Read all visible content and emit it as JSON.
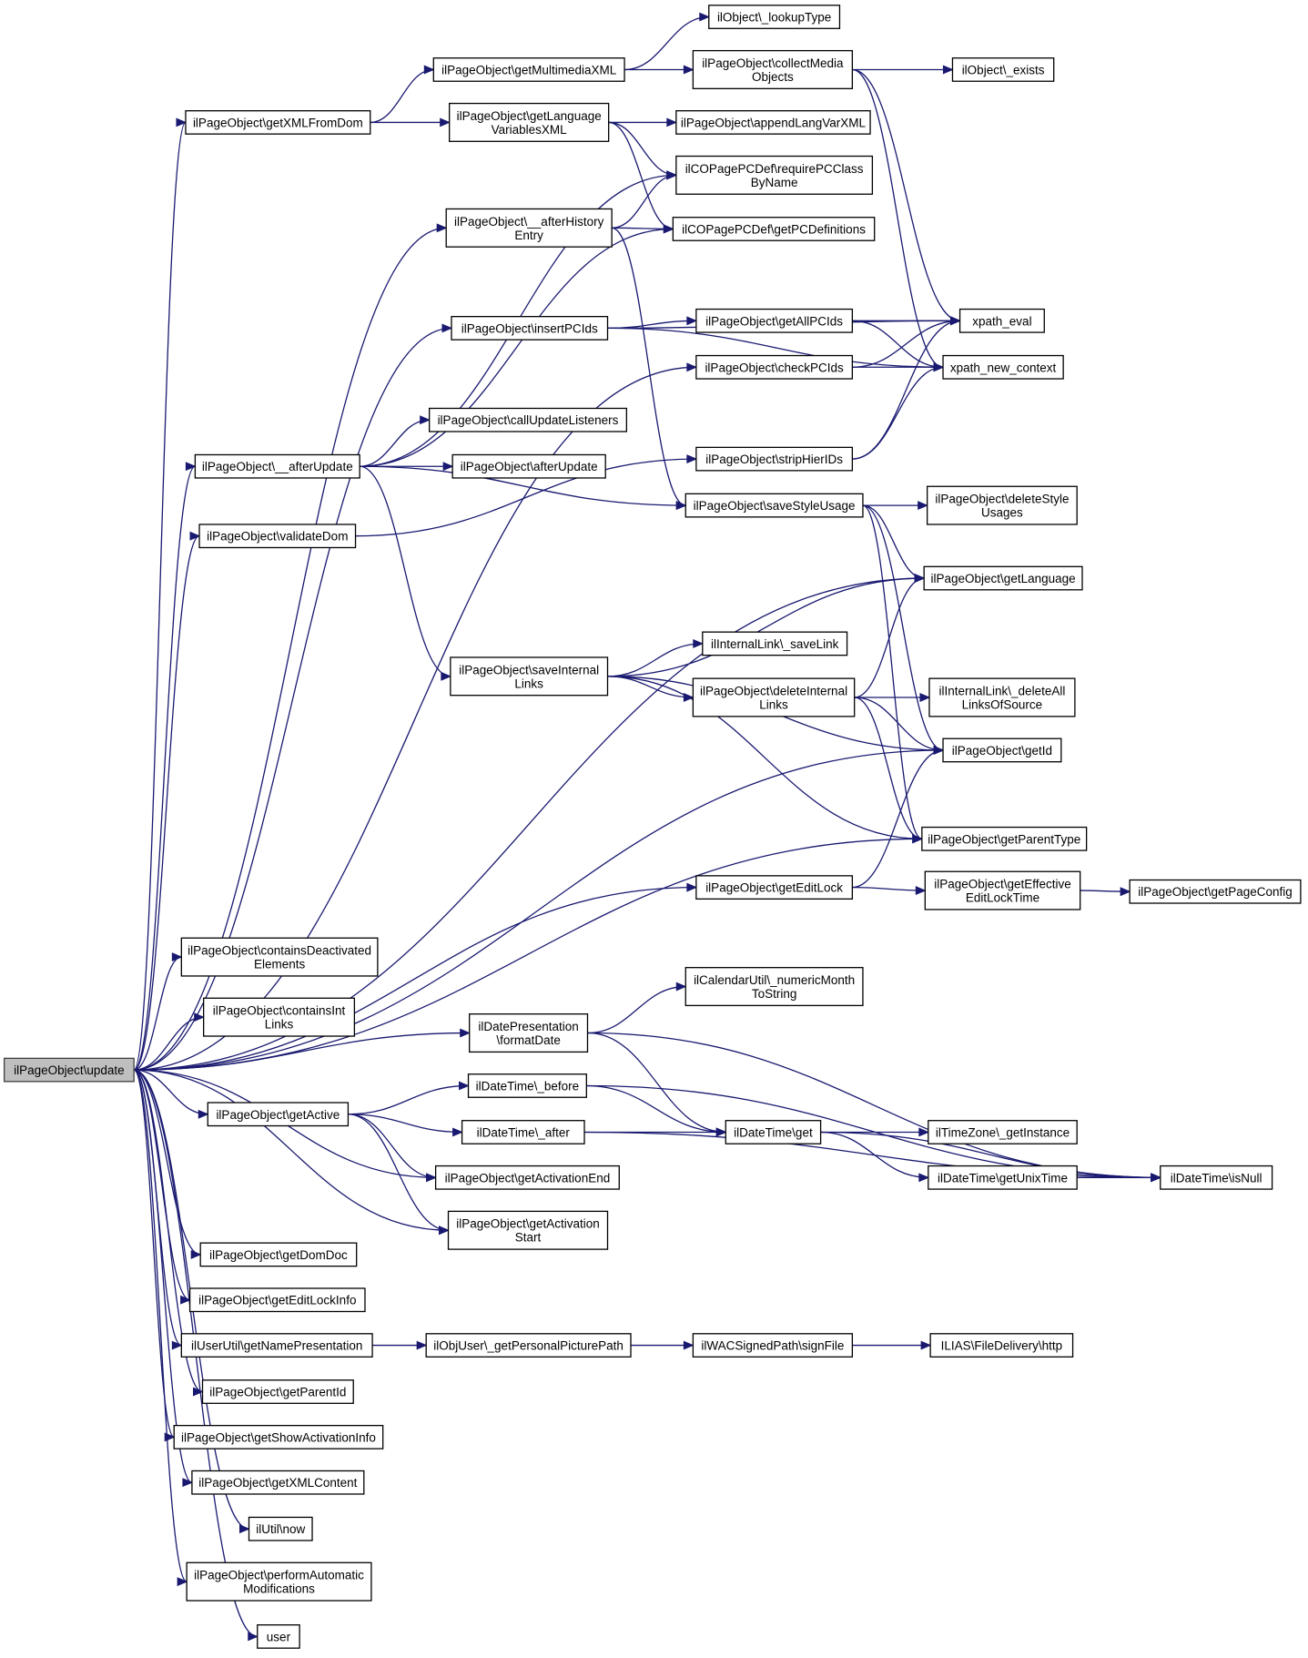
{
  "graph": {
    "colors": {
      "edge": "#191970",
      "node_border": "#000000",
      "root_fill": "#bfbfbf",
      "node_fill": "#ffffff"
    },
    "root": "update",
    "nodes": [
      {
        "id": "update",
        "lines": [
          "ilPageObject\\update"
        ]
      },
      {
        "id": "getXMLFromDom",
        "lines": [
          "ilPageObject\\getXMLFromDom"
        ]
      },
      {
        "id": "getMultimediaXML",
        "lines": [
          "ilPageObject\\getMultimediaXML"
        ]
      },
      {
        "id": "lookupType",
        "lines": [
          "ilObject\\_lookupType"
        ]
      },
      {
        "id": "collectMediaObjects",
        "lines": [
          "ilPageObject\\collectMedia",
          "Objects"
        ]
      },
      {
        "id": "exists",
        "lines": [
          "ilObject\\_exists"
        ]
      },
      {
        "id": "getLanguageVariablesXML",
        "lines": [
          "ilPageObject\\getLanguage",
          "VariablesXML"
        ]
      },
      {
        "id": "appendLangVarXML",
        "lines": [
          "ilPageObject\\appendLangVarXML"
        ]
      },
      {
        "id": "requirePCClassByName",
        "lines": [
          "ilCOPagePCDef\\requirePCClass",
          "ByName"
        ]
      },
      {
        "id": "afterHistoryEntry",
        "lines": [
          "ilPageObject\\__afterHistory",
          "Entry"
        ]
      },
      {
        "id": "getPCDefinitions",
        "lines": [
          "ilCOPagePCDef\\getPCDefinitions"
        ]
      },
      {
        "id": "insertPCIds",
        "lines": [
          "ilPageObject\\insertPCIds"
        ]
      },
      {
        "id": "getAllPCIds",
        "lines": [
          "ilPageObject\\getAllPCIds"
        ]
      },
      {
        "id": "xpath_eval",
        "lines": [
          "xpath_eval"
        ]
      },
      {
        "id": "checkPCIds",
        "lines": [
          "ilPageObject\\checkPCIds"
        ]
      },
      {
        "id": "xpath_new_context",
        "lines": [
          "xpath_new_context"
        ]
      },
      {
        "id": "callUpdateListeners",
        "lines": [
          "ilPageObject\\callUpdateListeners"
        ]
      },
      {
        "id": "_afterUpdate",
        "lines": [
          "ilPageObject\\__afterUpdate"
        ]
      },
      {
        "id": "afterUpdate",
        "lines": [
          "ilPageObject\\afterUpdate"
        ]
      },
      {
        "id": "stripHierIDs",
        "lines": [
          "ilPageObject\\stripHierIDs"
        ]
      },
      {
        "id": "saveStyleUsage",
        "lines": [
          "ilPageObject\\saveStyleUsage"
        ]
      },
      {
        "id": "deleteStyleUsages",
        "lines": [
          "ilPageObject\\deleteStyle",
          "Usages"
        ]
      },
      {
        "id": "validateDom",
        "lines": [
          "ilPageObject\\validateDom"
        ]
      },
      {
        "id": "getLanguage",
        "lines": [
          "ilPageObject\\getLanguage"
        ]
      },
      {
        "id": "saveLink",
        "lines": [
          "ilInternalLink\\_saveLink"
        ]
      },
      {
        "id": "saveInternalLinks",
        "lines": [
          "ilPageObject\\saveInternal",
          "Links"
        ]
      },
      {
        "id": "deleteInternalLinks",
        "lines": [
          "ilPageObject\\deleteInternal",
          "Links"
        ]
      },
      {
        "id": "deleteAllLinksOfSource",
        "lines": [
          "ilInternalLink\\_deleteAll",
          "LinksOfSource"
        ]
      },
      {
        "id": "getId",
        "lines": [
          "ilPageObject\\getId"
        ]
      },
      {
        "id": "getParentType",
        "lines": [
          "ilPageObject\\getParentType"
        ]
      },
      {
        "id": "getEditLock",
        "lines": [
          "ilPageObject\\getEditLock"
        ]
      },
      {
        "id": "getEffectiveEditLockTime",
        "lines": [
          "ilPageObject\\getEffective",
          "EditLockTime"
        ]
      },
      {
        "id": "getPageConfig",
        "lines": [
          "ilPageObject\\getPageConfig"
        ]
      },
      {
        "id": "containsDeactivatedElements",
        "lines": [
          "ilPageObject\\containsDeactivated",
          "Elements"
        ]
      },
      {
        "id": "containsIntLinks",
        "lines": [
          "ilPageObject\\containsInt",
          "Links"
        ]
      },
      {
        "id": "numericMonthToString",
        "lines": [
          "ilCalendarUtil\\_numericMonth",
          "ToString"
        ]
      },
      {
        "id": "formatDate",
        "lines": [
          "ilDatePresentation",
          "\\formatDate"
        ]
      },
      {
        "id": "before",
        "lines": [
          "ilDateTime\\_before"
        ]
      },
      {
        "id": "getActive",
        "lines": [
          "ilPageObject\\getActive"
        ]
      },
      {
        "id": "after",
        "lines": [
          "ilDateTime\\_after"
        ]
      },
      {
        "id": "dtGet",
        "lines": [
          "ilDateTime\\get"
        ]
      },
      {
        "id": "getInstance",
        "lines": [
          "ilTimeZone\\_getInstance"
        ]
      },
      {
        "id": "getUnixTime",
        "lines": [
          "ilDateTime\\getUnixTime"
        ]
      },
      {
        "id": "isNull",
        "lines": [
          "ilDateTime\\isNull"
        ]
      },
      {
        "id": "getActivationEnd",
        "lines": [
          "ilPageObject\\getActivationEnd"
        ]
      },
      {
        "id": "getActivationStart",
        "lines": [
          "ilPageObject\\getActivation",
          "Start"
        ]
      },
      {
        "id": "getDomDoc",
        "lines": [
          "ilPageObject\\getDomDoc"
        ]
      },
      {
        "id": "getEditLockInfo",
        "lines": [
          "ilPageObject\\getEditLockInfo"
        ]
      },
      {
        "id": "getNamePresentation",
        "lines": [
          "ilUserUtil\\getNamePresentation"
        ]
      },
      {
        "id": "getPersonalPicturePath",
        "lines": [
          "ilObjUser\\_getPersonalPicturePath"
        ]
      },
      {
        "id": "signFile",
        "lines": [
          "ilWACSignedPath\\signFile"
        ]
      },
      {
        "id": "http",
        "lines": [
          "ILIAS\\FileDelivery\\http"
        ]
      },
      {
        "id": "getParentId",
        "lines": [
          "ilPageObject\\getParentId"
        ]
      },
      {
        "id": "getShowActivationInfo",
        "lines": [
          "ilPageObject\\getShowActivationInfo"
        ]
      },
      {
        "id": "getXMLContent",
        "lines": [
          "ilPageObject\\getXMLContent"
        ]
      },
      {
        "id": "now",
        "lines": [
          "ilUtil\\now"
        ]
      },
      {
        "id": "performAutomaticModifications",
        "lines": [
          "ilPageObject\\performAutomatic",
          "Modifications"
        ]
      },
      {
        "id": "user",
        "lines": [
          "user"
        ]
      }
    ],
    "edges": [
      [
        "update",
        "getXMLFromDom"
      ],
      [
        "update",
        "afterHistoryEntry"
      ],
      [
        "update",
        "insertPCIds"
      ],
      [
        "update",
        "checkPCIds"
      ],
      [
        "update",
        "_afterUpdate"
      ],
      [
        "update",
        "validateDom"
      ],
      [
        "update",
        "getLanguage"
      ],
      [
        "update",
        "getId"
      ],
      [
        "update",
        "getEditLock"
      ],
      [
        "update",
        "getParentType"
      ],
      [
        "update",
        "containsDeactivatedElements"
      ],
      [
        "update",
        "containsIntLinks"
      ],
      [
        "update",
        "formatDate"
      ],
      [
        "update",
        "getActive"
      ],
      [
        "update",
        "getActivationEnd"
      ],
      [
        "update",
        "getActivationStart"
      ],
      [
        "update",
        "getDomDoc"
      ],
      [
        "update",
        "getEditLockInfo"
      ],
      [
        "update",
        "getNamePresentation"
      ],
      [
        "update",
        "getParentId"
      ],
      [
        "update",
        "getShowActivationInfo"
      ],
      [
        "update",
        "getXMLContent"
      ],
      [
        "update",
        "now"
      ],
      [
        "update",
        "performAutomaticModifications"
      ],
      [
        "update",
        "user"
      ],
      [
        "getXMLFromDom",
        "getMultimediaXML"
      ],
      [
        "getXMLFromDom",
        "getLanguageVariablesXML"
      ],
      [
        "getMultimediaXML",
        "lookupType"
      ],
      [
        "getMultimediaXML",
        "collectMediaObjects"
      ],
      [
        "collectMediaObjects",
        "exists"
      ],
      [
        "collectMediaObjects",
        "xpath_eval"
      ],
      [
        "collectMediaObjects",
        "xpath_new_context"
      ],
      [
        "getLanguageVariablesXML",
        "appendLangVarXML"
      ],
      [
        "getLanguageVariablesXML",
        "requirePCClassByName"
      ],
      [
        "getLanguageVariablesXML",
        "getPCDefinitions"
      ],
      [
        "afterHistoryEntry",
        "requirePCClassByName"
      ],
      [
        "afterHistoryEntry",
        "getPCDefinitions"
      ],
      [
        "afterHistoryEntry",
        "saveStyleUsage"
      ],
      [
        "insertPCIds",
        "getAllPCIds"
      ],
      [
        "insertPCIds",
        "xpath_eval"
      ],
      [
        "insertPCIds",
        "xpath_new_context"
      ],
      [
        "getAllPCIds",
        "xpath_eval"
      ],
      [
        "getAllPCIds",
        "xpath_new_context"
      ],
      [
        "checkPCIds",
        "xpath_eval"
      ],
      [
        "checkPCIds",
        "xpath_new_context"
      ],
      [
        "_afterUpdate",
        "callUpdateListeners"
      ],
      [
        "_afterUpdate",
        "afterUpdate"
      ],
      [
        "_afterUpdate",
        "requirePCClassByName"
      ],
      [
        "_afterUpdate",
        "getPCDefinitions"
      ],
      [
        "_afterUpdate",
        "saveStyleUsage"
      ],
      [
        "_afterUpdate",
        "saveInternalLinks"
      ],
      [
        "stripHierIDs",
        "xpath_eval"
      ],
      [
        "stripHierIDs",
        "xpath_new_context"
      ],
      [
        "validateDom",
        "stripHierIDs"
      ],
      [
        "saveStyleUsage",
        "deleteStyleUsages"
      ],
      [
        "saveStyleUsage",
        "getLanguage"
      ],
      [
        "saveStyleUsage",
        "getId"
      ],
      [
        "saveStyleUsage",
        "getParentType"
      ],
      [
        "saveInternalLinks",
        "getLanguage"
      ],
      [
        "saveInternalLinks",
        "saveLink"
      ],
      [
        "saveInternalLinks",
        "deleteInternalLinks"
      ],
      [
        "saveInternalLinks",
        "getId"
      ],
      [
        "saveInternalLinks",
        "getParentType"
      ],
      [
        "deleteInternalLinks",
        "getLanguage"
      ],
      [
        "deleteInternalLinks",
        "deleteAllLinksOfSource"
      ],
      [
        "deleteInternalLinks",
        "getId"
      ],
      [
        "deleteInternalLinks",
        "getParentType"
      ],
      [
        "getEditLock",
        "getId"
      ],
      [
        "getEditLock",
        "getEffectiveEditLockTime"
      ],
      [
        "getEffectiveEditLockTime",
        "getPageConfig"
      ],
      [
        "formatDate",
        "numericMonthToString"
      ],
      [
        "formatDate",
        "dtGet"
      ],
      [
        "formatDate",
        "isNull"
      ],
      [
        "getActive",
        "before"
      ],
      [
        "getActive",
        "after"
      ],
      [
        "getActive",
        "getActivationEnd"
      ],
      [
        "getActive",
        "getActivationStart"
      ],
      [
        "before",
        "dtGet"
      ],
      [
        "before",
        "isNull"
      ],
      [
        "after",
        "dtGet"
      ],
      [
        "after",
        "isNull"
      ],
      [
        "dtGet",
        "getInstance"
      ],
      [
        "dtGet",
        "getUnixTime"
      ],
      [
        "dtGet",
        "isNull"
      ],
      [
        "getUnixTime",
        "isNull"
      ],
      [
        "getNamePresentation",
        "getPersonalPicturePath"
      ],
      [
        "getPersonalPicturePath",
        "signFile"
      ],
      [
        "signFile",
        "http"
      ]
    ]
  }
}
